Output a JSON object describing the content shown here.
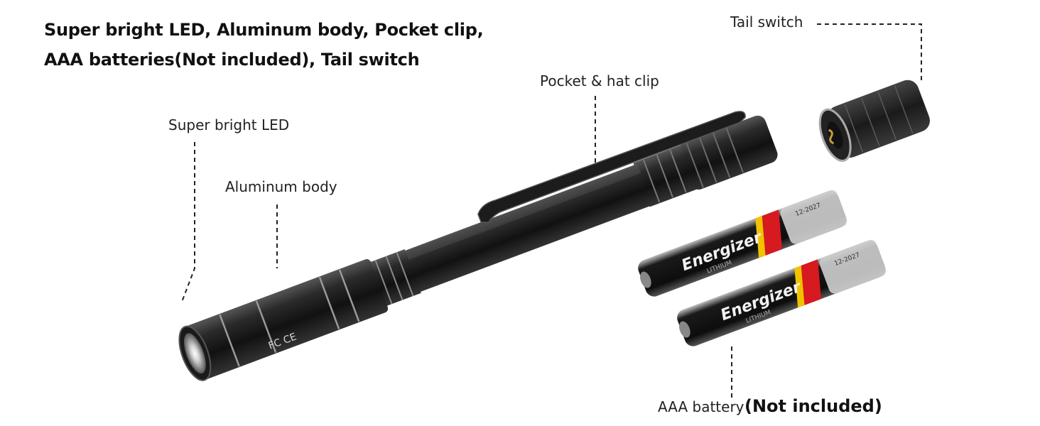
{
  "headline": {
    "line1": "Super bright LED, Aluminum body, Pocket clip,",
    "line2": "AAA batteries(Not included), Tail switch"
  },
  "callouts": {
    "super_bright_led": "Super bright LED",
    "aluminum_body": "Aluminum body",
    "pocket_hat_clip": "Pocket & hat clip",
    "tail_switch": "Tail switch",
    "aaa_battery": "AAA battery",
    "not_included": "(Not included)"
  },
  "product": {
    "body_markings": "FC CE",
    "battery_brand": "Energizer",
    "battery_type_text": "LITHIUM",
    "battery_date_text": "12-2027"
  },
  "colors": {
    "body": "#1b1b1b",
    "battery_red": "#d71920",
    "battery_yellow": "#f2c200",
    "leader_line": "#222222"
  }
}
